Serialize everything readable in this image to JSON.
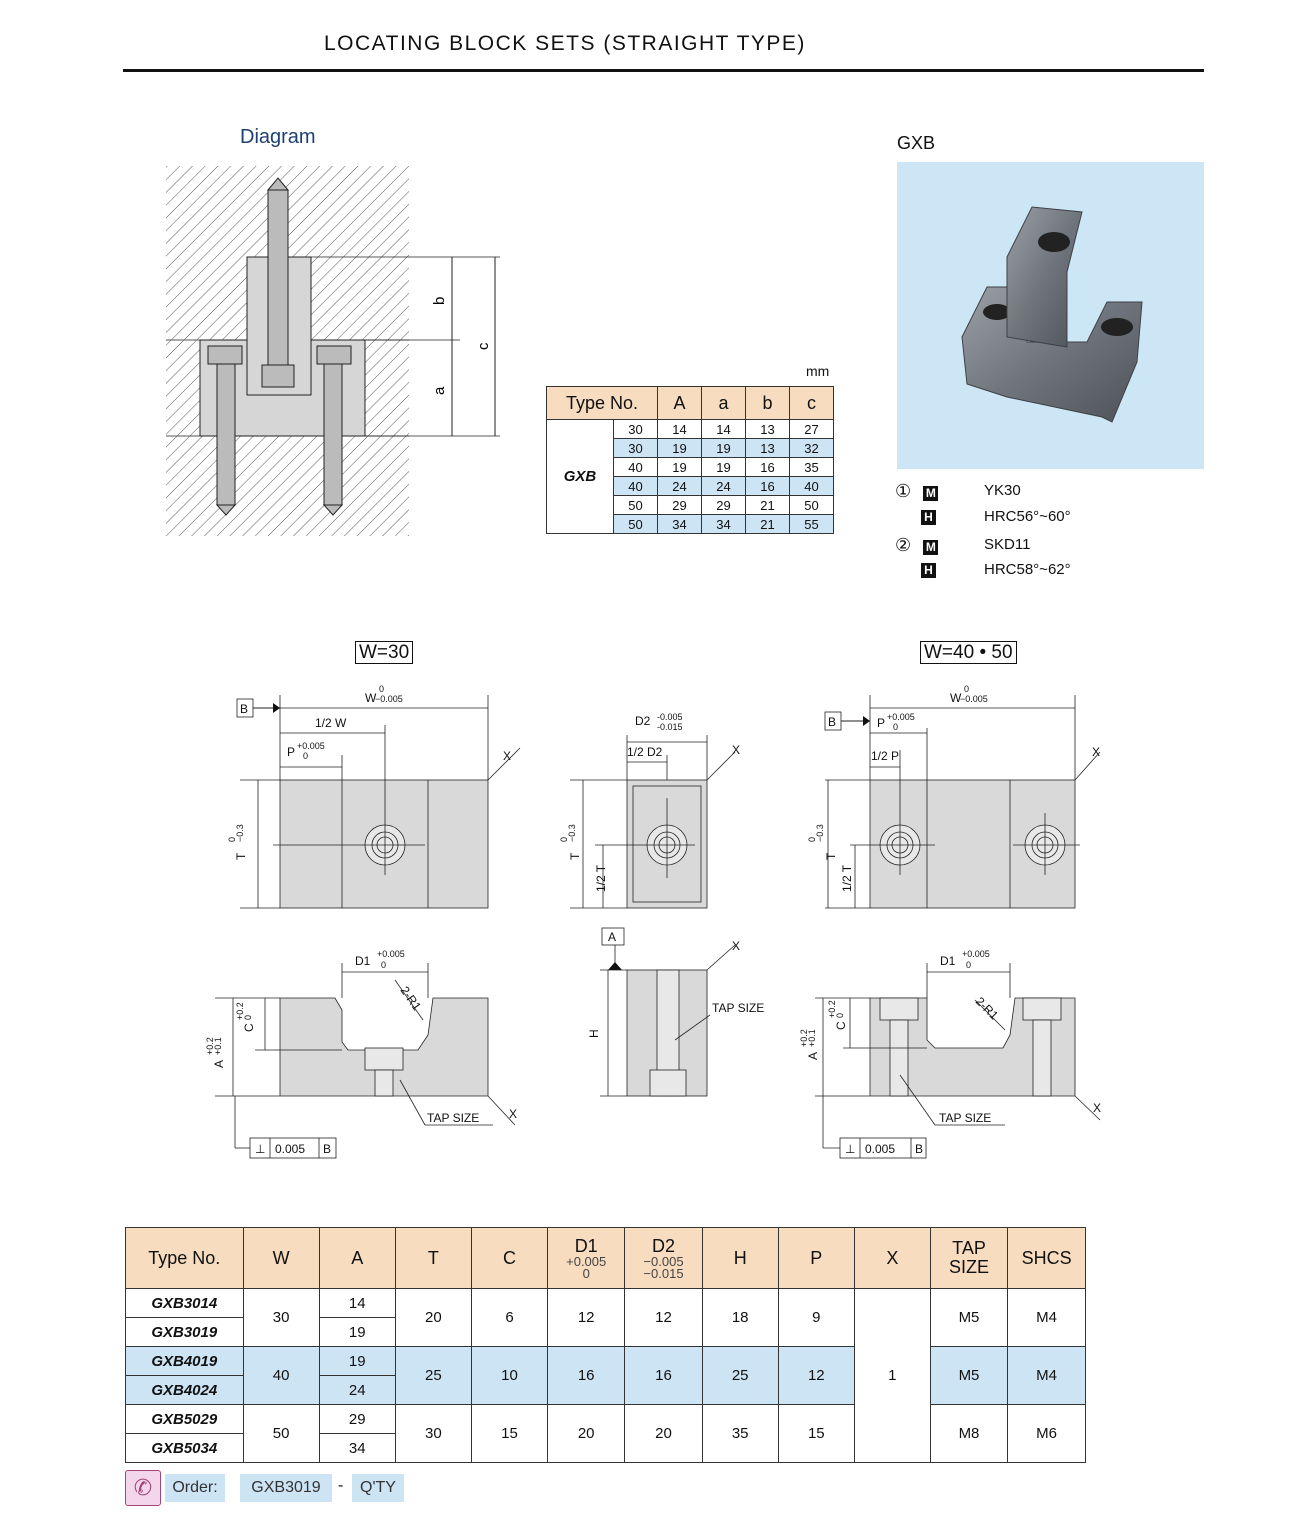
{
  "header": {
    "title": "LOCATING BLOCK SETS (STRAIGHT TYPE)"
  },
  "diagram": {
    "label": "Diagram",
    "dim_a": "a",
    "dim_b": "b",
    "dim_c": "c"
  },
  "product": {
    "code": "GXB",
    "materials": [
      {
        "index": "①",
        "m_label": "M",
        "m_value": "YK30",
        "h_label": "H",
        "h_value": "HRC56°~60°"
      },
      {
        "index": "②",
        "m_label": "M",
        "m_value": "SKD11",
        "h_label": "H",
        "h_value": "HRC58°~62°"
      }
    ]
  },
  "dim_table": {
    "unit": "mm",
    "headers": [
      "Type No.",
      "A",
      "a",
      "b",
      "c"
    ],
    "group": "GXB",
    "rows": [
      [
        "30",
        "14",
        "14",
        "13",
        "27"
      ],
      [
        "30",
        "19",
        "19",
        "13",
        "32"
      ],
      [
        "40",
        "19",
        "19",
        "16",
        "35"
      ],
      [
        "40",
        "24",
        "24",
        "16",
        "40"
      ],
      [
        "50",
        "29",
        "29",
        "21",
        "50"
      ],
      [
        "50",
        "34",
        "34",
        "21",
        "55"
      ]
    ]
  },
  "drawings": {
    "w30_label": "W=30",
    "w4050_label": "W=40 • 50",
    "W_tol": "W",
    "W_up": "0",
    "W_low": "−0.005",
    "half_w": "1/2 W",
    "P": "P",
    "P_up": "+0.005",
    "P_low": "0",
    "half_p": "1/2 P",
    "T": "T",
    "T_up": "0",
    "T_low": "−0.3",
    "half_t": "1/2 T",
    "D2": "D2",
    "D2_up": "-0.005",
    "D2_low": "-0.015",
    "half_d2": "1/2 D2",
    "D1": "D1",
    "D1_up": "+0.005",
    "D1_low": "0",
    "R": "2-R1",
    "tap": "TAP SIZE",
    "X": "X",
    "H": "H",
    "A_dim": "A",
    "A_up": "+0.2",
    "A_low": "+0.1",
    "C_dim": "C",
    "C_up": "+0.2",
    "C_low": "0",
    "datum_a": "A",
    "datum_b": "B",
    "perp_sym": "⊥",
    "perp_val": "0.005",
    "perp_ref": "B"
  },
  "spec_table": {
    "headers": [
      {
        "main": "Type No.",
        "sub": ""
      },
      {
        "main": "W",
        "sub": ""
      },
      {
        "main": "A",
        "sub": ""
      },
      {
        "main": "T",
        "sub": ""
      },
      {
        "main": "C",
        "sub": ""
      },
      {
        "main": "D1",
        "sub": "+0.005\n0"
      },
      {
        "main": "D2",
        "sub": "−0.005\n−0.015"
      },
      {
        "main": "H",
        "sub": ""
      },
      {
        "main": "P",
        "sub": ""
      },
      {
        "main": "X",
        "sub": ""
      },
      {
        "main": "TAP\nSIZE",
        "sub": ""
      },
      {
        "main": "SHCS",
        "sub": ""
      }
    ],
    "groups": [
      {
        "W": "30",
        "T": "20",
        "C": "6",
        "D1": "12",
        "D2": "12",
        "H": "18",
        "P": "9",
        "tap": "M5",
        "shcs": "M4",
        "rows": [
          {
            "type": "GXB3014",
            "A": "14"
          },
          {
            "type": "GXB3019",
            "A": "19"
          }
        ]
      },
      {
        "W": "40",
        "T": "25",
        "C": "10",
        "D1": "16",
        "D2": "16",
        "H": "25",
        "P": "12",
        "tap": "M5",
        "shcs": "M4",
        "rows": [
          {
            "type": "GXB4019",
            "A": "19"
          },
          {
            "type": "GXB4024",
            "A": "24"
          }
        ]
      },
      {
        "W": "50",
        "T": "30",
        "C": "15",
        "D1": "20",
        "D2": "20",
        "H": "35",
        "P": "15",
        "tap": "M8",
        "shcs": "M6",
        "rows": [
          {
            "type": "GXB5029",
            "A": "29"
          },
          {
            "type": "GXB5034",
            "A": "34"
          }
        ]
      }
    ],
    "X": "1"
  },
  "order": {
    "label": "Order:",
    "example": "GXB3019",
    "dash": "-",
    "qty": "Q'TY"
  },
  "colors": {
    "header_bg": "#f7dcc0",
    "highlight": "#cde4f5",
    "photo_bg": "#cde6f5",
    "diagram_title": "#1f3f74"
  }
}
